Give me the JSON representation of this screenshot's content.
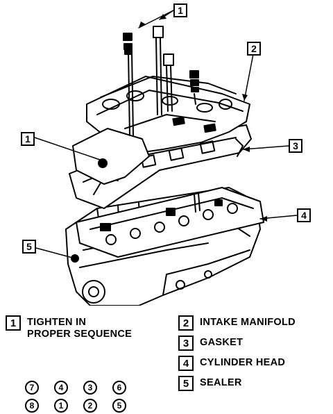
{
  "callouts": {
    "c1_top": "1",
    "c2": "2",
    "c3": "3",
    "c1_left": "1",
    "c4": "4",
    "c5": "5"
  },
  "legend": [
    {
      "num": "1",
      "text_line1": "TIGHTEN IN",
      "text_line2": "PROPER SEQUENCE"
    },
    {
      "num": "2",
      "text_line1": "INTAKE MANIFOLD",
      "text_line2": ""
    },
    {
      "num": "3",
      "text_line1": "GASKET",
      "text_line2": ""
    },
    {
      "num": "4",
      "text_line1": "CYLINDER HEAD",
      "text_line2": ""
    },
    {
      "num": "5",
      "text_line1": "SEALER",
      "text_line2": ""
    }
  ],
  "sequence": {
    "row1": [
      "7",
      "4",
      "3",
      "6"
    ],
    "row2": [
      "8",
      "1",
      "2",
      "5"
    ]
  }
}
